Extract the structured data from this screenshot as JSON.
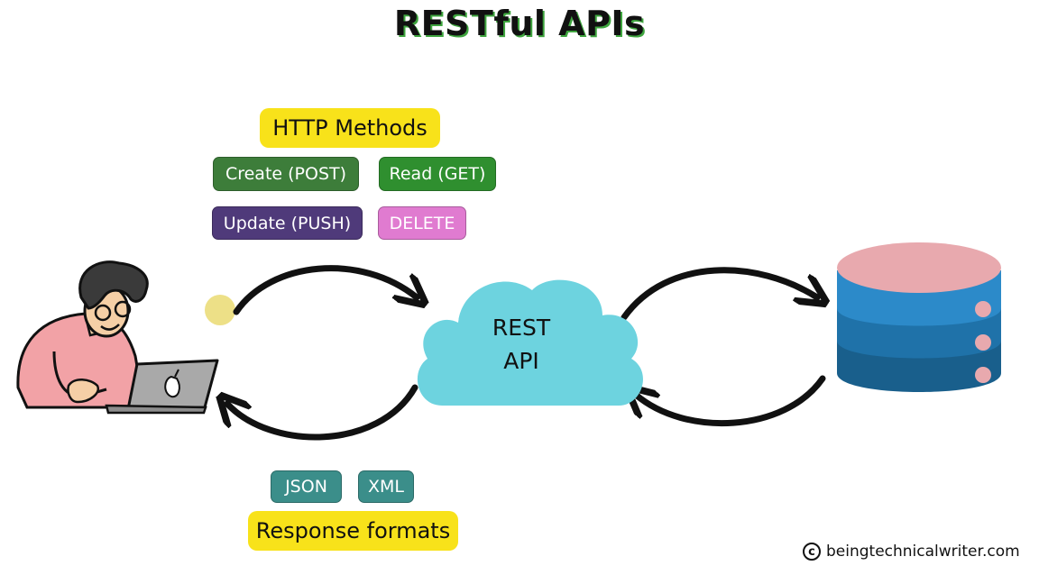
{
  "title": "RESTful APIs",
  "http_methods": {
    "heading": "HTTP Methods",
    "items": [
      {
        "label": "Create (POST)",
        "color": "#3d7d3a"
      },
      {
        "label": "Read (GET)",
        "color": "#2f8f2f"
      },
      {
        "label": "Update (PUSH)",
        "color": "#4f3a7a"
      },
      {
        "label": "DELETE",
        "color": "#e07bd0"
      }
    ]
  },
  "cloud": {
    "line1": "REST",
    "line2": "API",
    "color": "#6dd3df"
  },
  "response": {
    "heading": "Response formats",
    "items": [
      {
        "label": "JSON",
        "color": "#3b8e8a"
      },
      {
        "label": "XML",
        "color": "#3b8e8a"
      }
    ]
  },
  "credit": {
    "symbol": "c",
    "text": "beingtechnicalwriter.com"
  },
  "colors": {
    "highlight": "#f8e21a",
    "db_top": "#e8a9ae",
    "db_layer1": "#2c8ac9",
    "db_layer2": "#1f72a9",
    "db_layer3": "#195f8c",
    "person_shirt": "#f2a2a6",
    "laptop": "#a9a9a9"
  }
}
